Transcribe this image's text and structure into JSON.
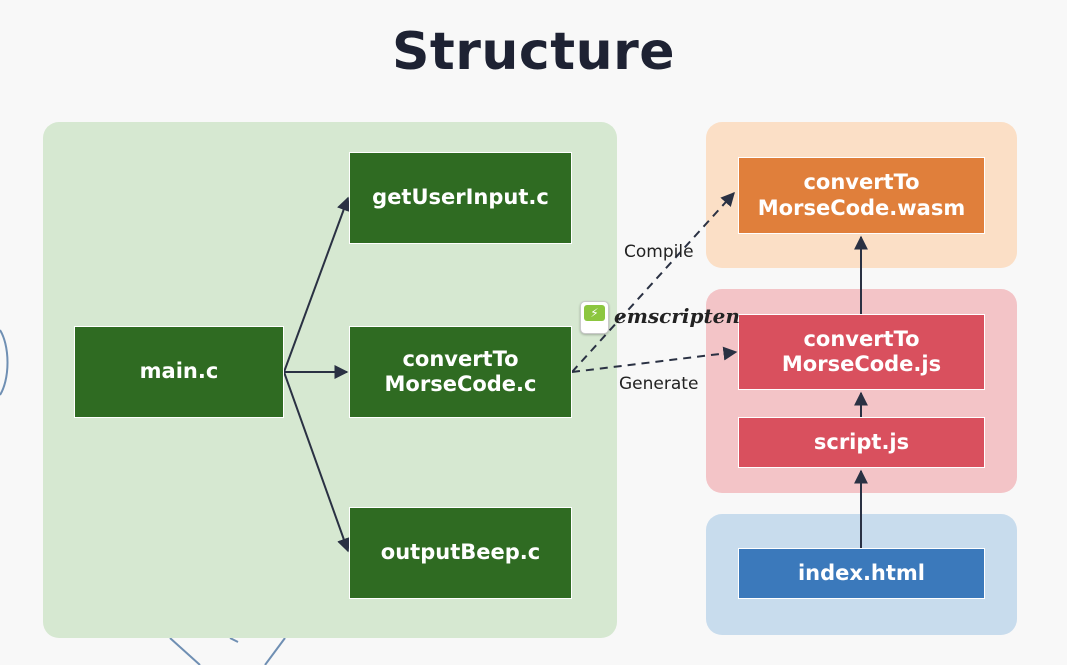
{
  "title": "Structure",
  "nodes": {
    "main": "main.c",
    "get_user_input": "getUserInput.c",
    "convert_c": "convertTo\nMorseCode.c",
    "output_beep": "outputBeep.c",
    "wasm": "convertTo\nMorseCode.wasm",
    "js": "convertTo\nMorseCode.js",
    "script": "script.js",
    "index": "index.html"
  },
  "edge_labels": {
    "compile": "Compile",
    "generate": "Generate"
  },
  "tool": {
    "name": "emscripten",
    "icon": "emscripten-logo-icon"
  },
  "colors": {
    "c_files": "#2f6b22",
    "wasm": "#e07f3b",
    "js": "#d9505e",
    "html": "#3b79bb",
    "c_panel": "#d6e8d1",
    "wasm_panel": "#fbdfc6",
    "js_panel": "#f3c4c7",
    "html_panel": "#c8dced"
  }
}
